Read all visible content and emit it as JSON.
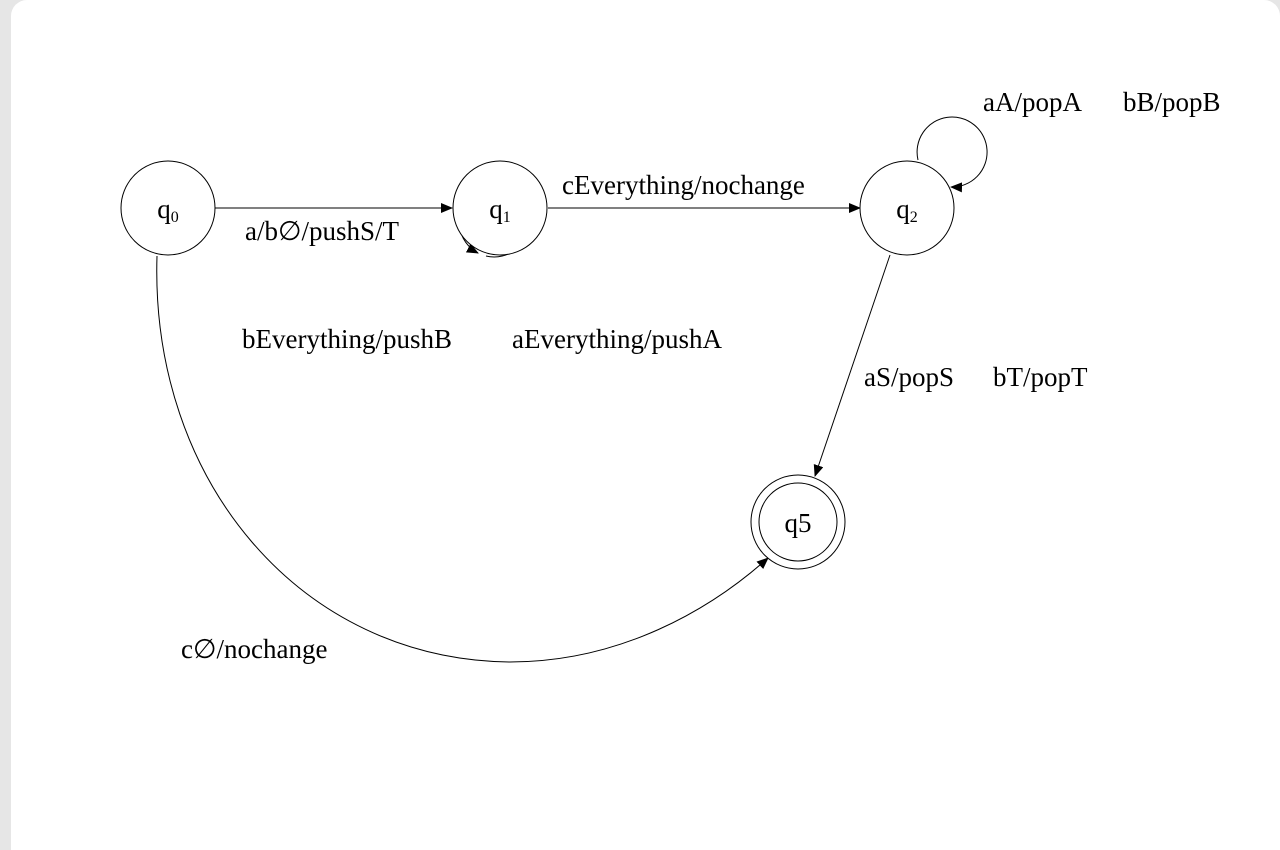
{
  "diagram": {
    "states": {
      "q0": {
        "base": "q",
        "sub": "0"
      },
      "q1": {
        "base": "q",
        "sub": "1"
      },
      "q2": {
        "base": "q",
        "sub": "2"
      },
      "q5": {
        "label": "q5",
        "accepting": true
      }
    },
    "transitions": {
      "q0_q1": "a/b∅/pushS/T",
      "q1_q2": "cEverything/nochange",
      "q1_loop_b": "bEverything/pushB",
      "q1_loop_a": "aEverything/pushA",
      "q2_loop_a": "aA/popA",
      "q2_loop_b": "bB/popB",
      "q2_q5_a": "aS/popS",
      "q2_q5_b": "bT/popT",
      "q0_q5": "c∅/nochange"
    }
  }
}
